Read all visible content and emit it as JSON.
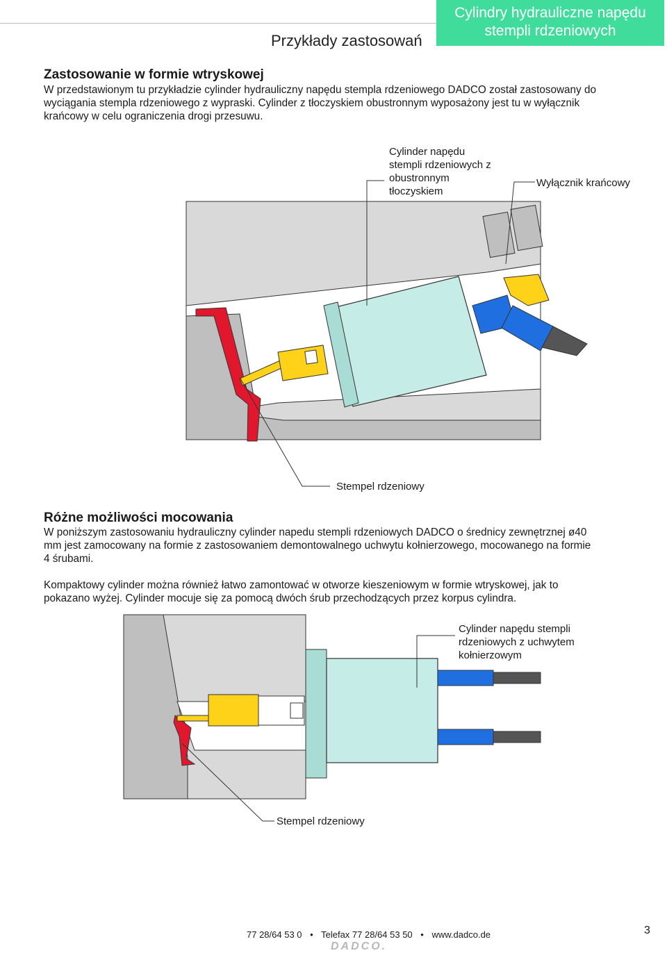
{
  "header": {
    "section": "Przykłady zastosowań",
    "title_line1": "Cylindry hydrauliczne napędu",
    "title_line2": "stempli rdzeniowych",
    "accent_color": "#3fdc9b"
  },
  "section1": {
    "heading": "Zastosowanie w formie wtryskowej",
    "lines": [
      "W przedstawionym tu przykładzie cylinder hydrauliczny napędu stempla rdzeniowego DADCO został zastosowany do",
      "wyciągania stempla rdzeniowego z wypraski. Cylinder z tłoczyskiem obustronnym wyposażony jest tu w wyłącznik",
      "krańcowy w celu ograniczenia drogi przesuwu."
    ]
  },
  "figure1": {
    "label_cylinder": [
      "Cylinder napędu",
      "stempli rdzeniowych z",
      "obustronnym",
      "tłoczyskiem"
    ],
    "label_switch": "Wyłącznik krańcowy",
    "label_core": "Stempel rdzeniowy"
  },
  "section2": {
    "heading": "Różne możliwości mocowania",
    "para1_lines": [
      "W poniższym zastosowaniu hydrauliczny cylinder napedu stempli rdzeniowych DADCO o średnicy zewnętrznej  ø40",
      "mm jest zamocowany na formie z zastosowaniem demontowalnego uchwytu kołnierzowego, mocowanego na formie",
      "4 śrubami."
    ],
    "para2_lines": [
      "Kompaktowy cylinder można również łatwo zamontować w otworze kieszeniowym w formie wtryskowej, jak to",
      "pokazano wyżej. Cylinder mocuje się za pomocą dwóch śrub przechodzących przez korpus cylindra."
    ]
  },
  "figure2": {
    "label_cylinder": [
      "Cylinder napędu stempli",
      "rdzeniowych z uchwytem",
      "kołnierzowym"
    ],
    "label_core": "Stempel rdzeniowy"
  },
  "footer": {
    "phone": "77  28/64  53  0",
    "sep1": "•",
    "fax": "Telefax  77  28/64  53  50",
    "sep2": "•",
    "web": "www.dadco.de",
    "logo": "DADCO.",
    "page": "3"
  }
}
